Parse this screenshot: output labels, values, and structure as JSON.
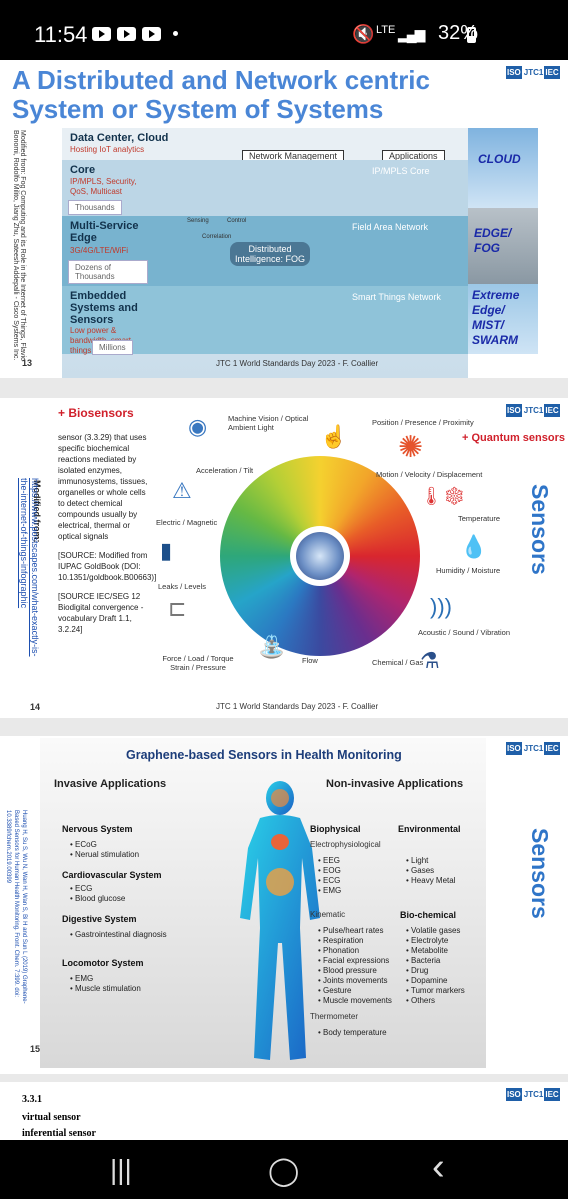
{
  "status": {
    "time": "11:54",
    "right": "32%",
    "lte": "LTE",
    "signal": "▂▄▆",
    "mute": "🔇"
  },
  "logo": {
    "iso": "ISO",
    "jtc": "JTC1",
    "iec": "IEC"
  },
  "slide13": {
    "title_l1": "A Distributed and Network centric",
    "title_l2": "System or System of Systems",
    "side_ref": "Modified from: Fog Computing and its Role in the Internet of Things, Flavio Bonomi, Rodolfo Milito, Jiang Zhu, Sateesh Addepalli - Cisco Systems Inc.",
    "top_head": "Data Center, Cloud",
    "top_sub": "Hosting IoT analytics",
    "network_mgmt": "Network Management",
    "applications": "Applications",
    "core_title": "Core",
    "core_desc": "IP/MPLS, Security, QoS, Multicast",
    "core_net": "IP/MPLS Core",
    "thousands": "Thousands",
    "edge_title": "Multi-Service Edge",
    "edge_desc": "3G/4G/LTE/WiFi",
    "field_net": "Field Area Network",
    "distributed": "Distributed Intelligence: FOG",
    "sensing": "Sensing",
    "control": "Control",
    "correlation": "Correlation",
    "dozens": "Dozens of Thousands",
    "embedded_title": "Embedded Systems and Sensors",
    "embedded_desc": "Low power & bandwidth, smart things",
    "smart_net": "Smart Things Network",
    "millions": "Millions",
    "cloud": "CLOUD",
    "edge": "EDGE/ FOG",
    "extreme": "Extreme Edge/ MIST/ SWARM",
    "page": "13",
    "footer": "JTC 1 World Standards Day 2023 - F. Coallier"
  },
  "slide14": {
    "bio_title": "+ Biosensors",
    "bio_text": "sensor (3.3.29) that uses specific biochemical reactions mediated by isolated enzymes, immunosystems, tissues, organelles or whole cells to detect chemical compounds usually by electrical, thermal or optical signals",
    "source1": "[SOURCE: Modified from IUPAC GoldBook (DOI: 10.1351/goldbook.B00663)]",
    "source2": "[SOURCE IEC/SEG 12 Biodigital convergence - vocabulary Draft 1.1, 3.2.24]",
    "modified": "Modified from:",
    "link": "https://www.postscapes.com/what-exactly-is-the-internet-of-things-infographic",
    "quantum": "+ Quantum sensors",
    "sensors": "Sensors",
    "labels": {
      "machine": "Machine Vision / Optical Ambient Light",
      "position": "Position / Presence / Proximity",
      "motion": "Motion / Velocity / Displacement",
      "accel": "Acceleration / Tilt",
      "temperature": "Temperature",
      "electric": "Electric / Magnetic",
      "humidity": "Humidity / Moisture",
      "leaks": "Leaks / Levels",
      "acoustic": "Acoustic / Sound / Vibration",
      "force": "Force / Load / Torque Strain / Pressure",
      "flow": "Flow",
      "chemical": "Chemical / Gas"
    },
    "page": "14",
    "footer": "JTC 1 World Standards Day 2023 - F. Coallier"
  },
  "slide15": {
    "title": "Graphene-based Sensors in Health Monitoring",
    "invasive": "Invasive Applications",
    "noninvasive": "Non-invasive Applications",
    "nervous": "Nervous System",
    "nervous_items": "• ECoG\n• Nerual stimulation",
    "cardio": "Cardiovascular System",
    "cardio_items": "• ECG\n• Blood glucose",
    "digestive": "Digestive System",
    "digestive_items": "• Gastrointestinal diagnosis",
    "locomotor": "Locomotor System",
    "locomotor_items": "• EMG\n• Muscle stimulation",
    "biophysical": "Biophysical",
    "electro": "Electrophysiological",
    "electro_items": "• EEG\n• EOG\n• ECG\n• EMG",
    "kinematic": "Kinematic",
    "kinematic_items": "• Pulse/heart rates\n• Respiration\n• Phonation\n• Facial expressions\n• Blood pressure\n• Joints movements\n• Gesture\n• Muscle movements",
    "thermometer": "Thermometer",
    "thermo_items": "• Body temperature",
    "environmental": "Environmental",
    "env_items": "• Light\n• Gases\n• Heavy Metal",
    "biochemical": "Bio-chemical",
    "biochem_items": "• Volatile gases\n• Electrolyte\n• Metabolite\n• Bacteria\n• Drug\n• Dopamine\n• Tumor markers\n• Others",
    "ref": "Huang H, Su S, Wu N, Wan H, Wan S, Bi H and Sun L (2019) Graphene-Based Sensors for Human Health Monitoring. Front. Chem. 7:399. doi: 10.3389/fchem.2019.00399",
    "sensors": "Sensors",
    "page": "15"
  },
  "slide16": {
    "num": "3.3.1",
    "line1": "virtual sensor",
    "line2": "inferential sensor"
  },
  "nav": {
    "recent": "|||",
    "home": "◯",
    "back": "‹"
  }
}
